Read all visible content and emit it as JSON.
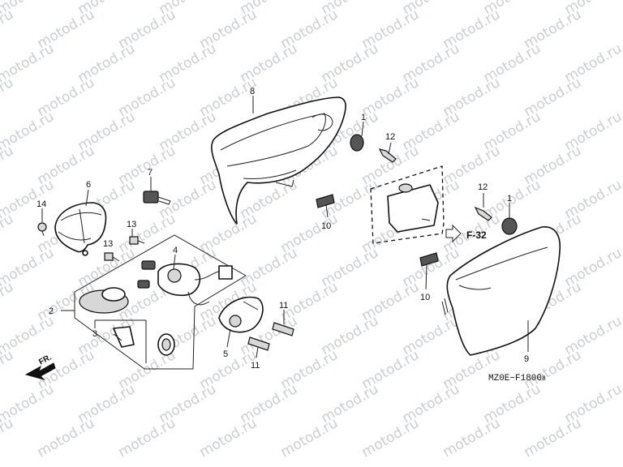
{
  "watermark": "motod.ru",
  "callouts": {
    "c1a": "1",
    "c1b": "1",
    "c2": "2",
    "c3": "3",
    "c4": "4",
    "c5": "5",
    "c6": "6",
    "c7": "7",
    "c8": "8",
    "c9": "9",
    "c10a": "10",
    "c10b": "10",
    "c11a": "11",
    "c11b": "11",
    "c12a": "12",
    "c12b": "12",
    "c13a": "13",
    "c13b": "13",
    "c14": "14"
  },
  "ref_label": "F-32",
  "direction_label": "FR.",
  "diagram_code": "MZ0E−F1800",
  "diagram_code_suffix": "8"
}
